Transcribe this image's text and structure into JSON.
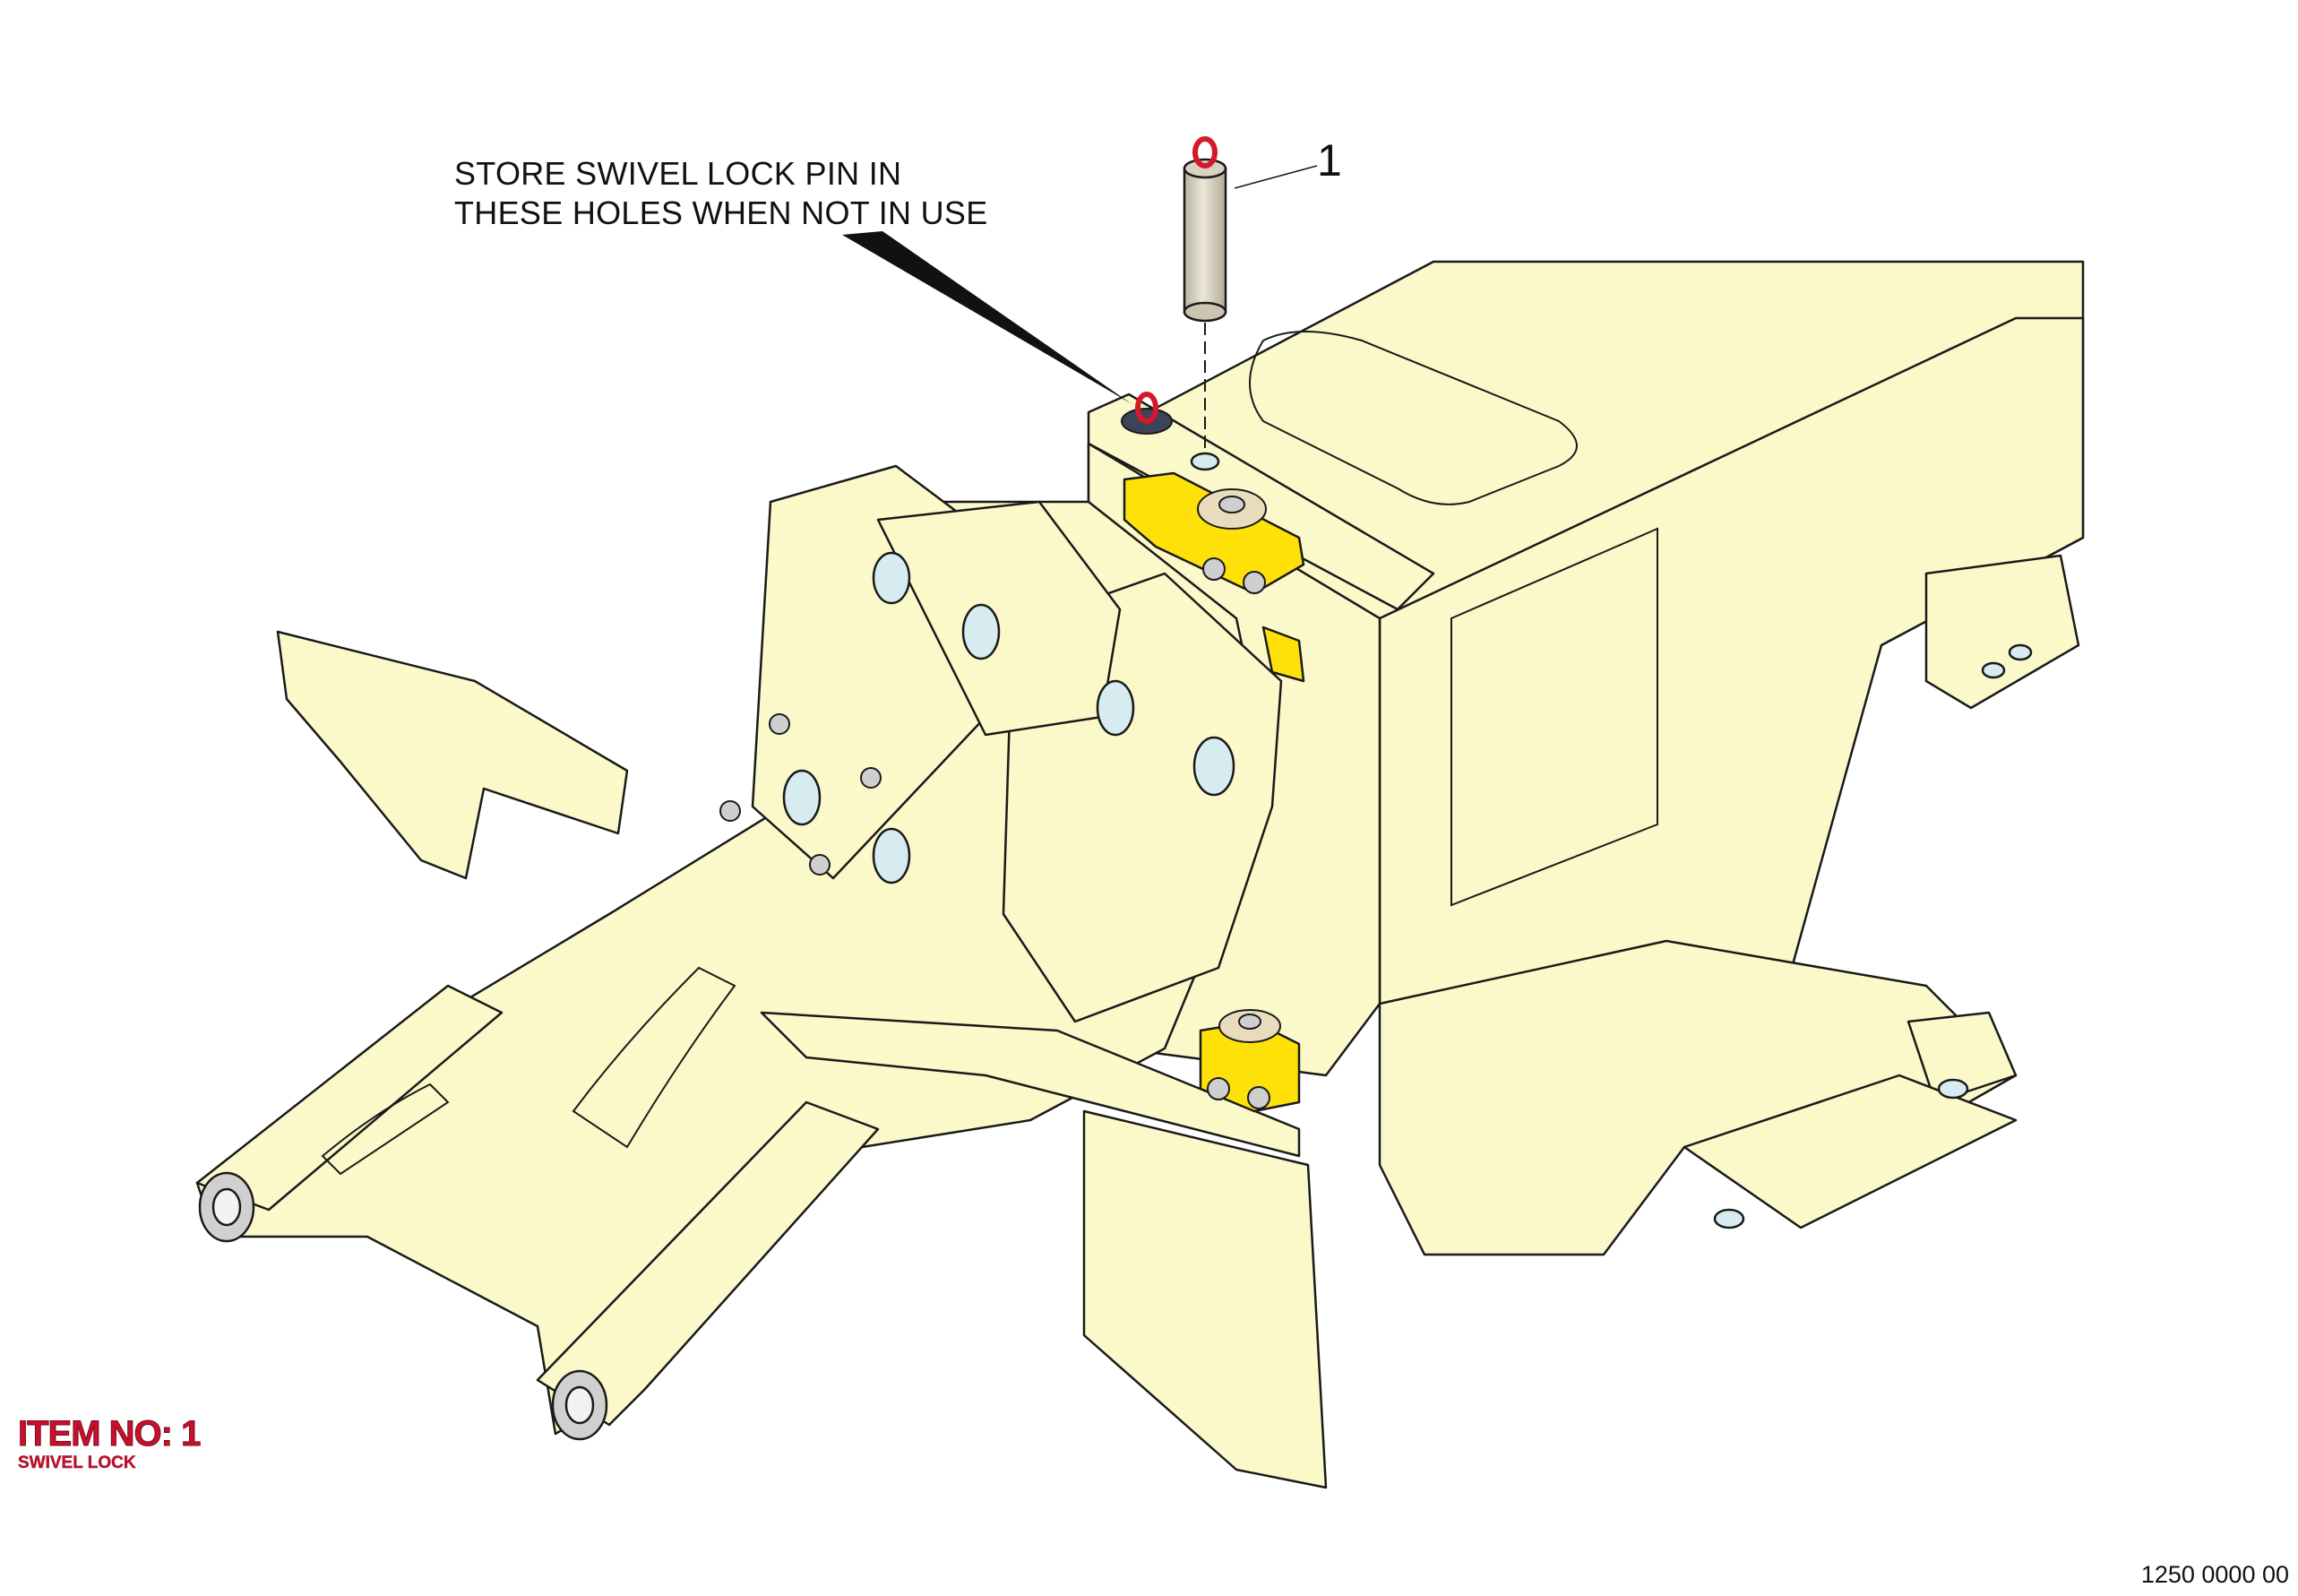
{
  "callout": {
    "line1": "STORE SWIVEL LOCK PIN IN",
    "line2": "THESE HOLES WHEN NOT IN USE"
  },
  "item_label": "1",
  "item_stamp": {
    "number": "ITEM NO: 1",
    "description": "SWIVEL LOCK"
  },
  "drawing_number": "1250 0000 00",
  "colors": {
    "frame_fill": "#fbf9c9",
    "highlight_yellow": "#ffe10a",
    "hole_blue": "#d7ecf1",
    "pin_body": "#d8d2c2",
    "ring_red": "#d6182b",
    "stamp_red": "#c8102e",
    "outline": "#1a1a1a"
  }
}
